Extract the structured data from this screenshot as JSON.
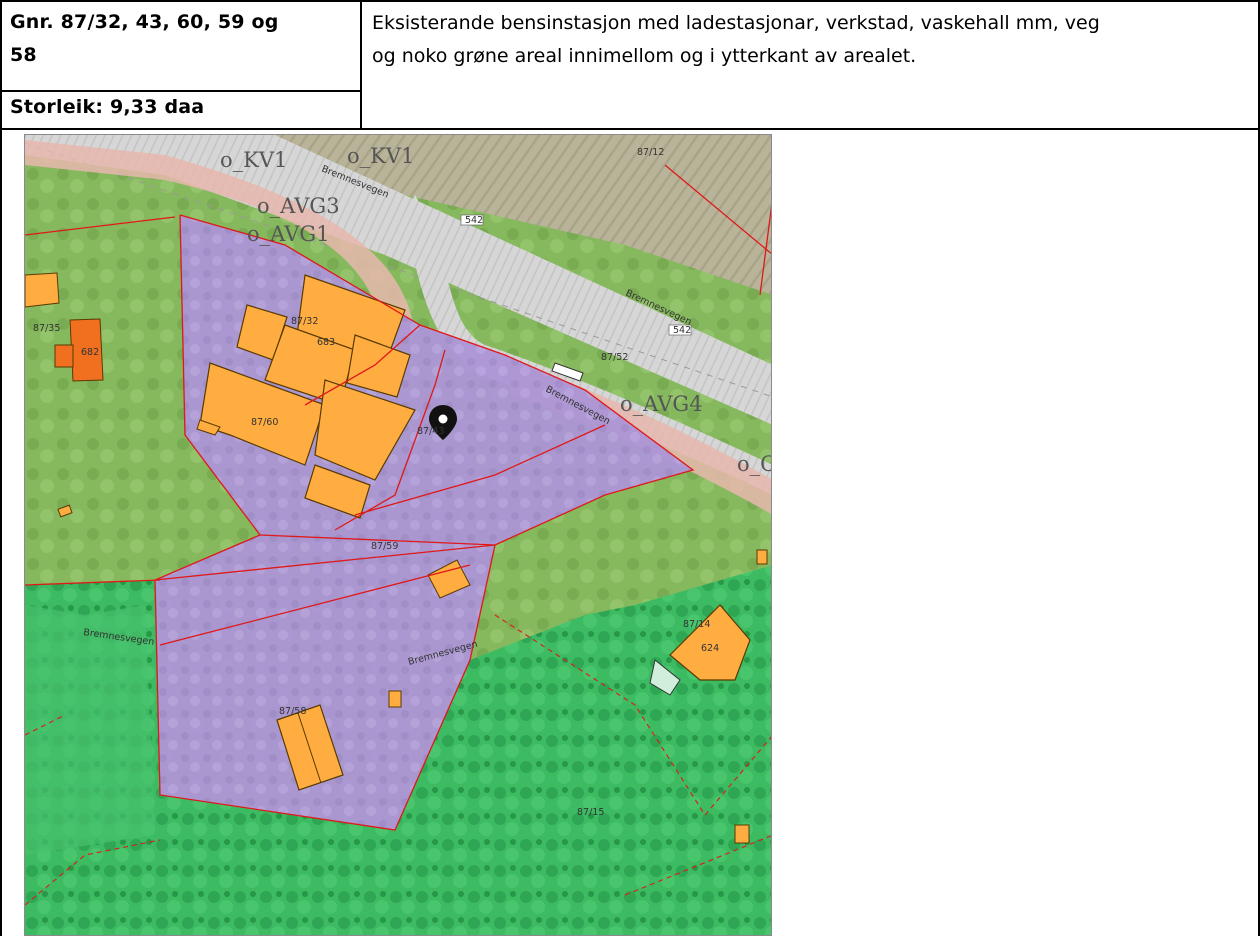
{
  "header": {
    "gnr_label_line1": "Gnr. 87/32, 43, 60, 59 og",
    "gnr_label_line2": "58",
    "size_label": "Storleik: 9,33 daa",
    "description_line1": "Eksisterande bensinstasjon med ladestasjonar, verkstad, vaskehall mm, veg",
    "description_line2": "og noko grøne areal innimellom og i ytterkant av arealet."
  },
  "map": {
    "zone_labels": [
      "o_KV1",
      "o_KV1",
      "o_AVG3",
      "o_AVG1",
      "o_AVG4",
      "o_C"
    ],
    "parcel_labels": [
      "87/12",
      "87/35",
      "87/32",
      "87/60",
      "87/43",
      "87/52",
      "87/59",
      "87/58",
      "87/14",
      "87/15"
    ],
    "house_numbers": [
      "682",
      "683",
      "624"
    ],
    "road_names": [
      "Bremnesvegen",
      "Bremnesvegen",
      "Bremnesvegen",
      "Bremnesvegen",
      "Bremnesvegen"
    ],
    "road_numbers": [
      "542",
      "542"
    ],
    "colors": {
      "plan_area": "#b48ee6",
      "green_zone": "#33c86a",
      "road_zone": "#d0d0d0",
      "building": "#ffad40",
      "boundary": "#e01818"
    }
  }
}
